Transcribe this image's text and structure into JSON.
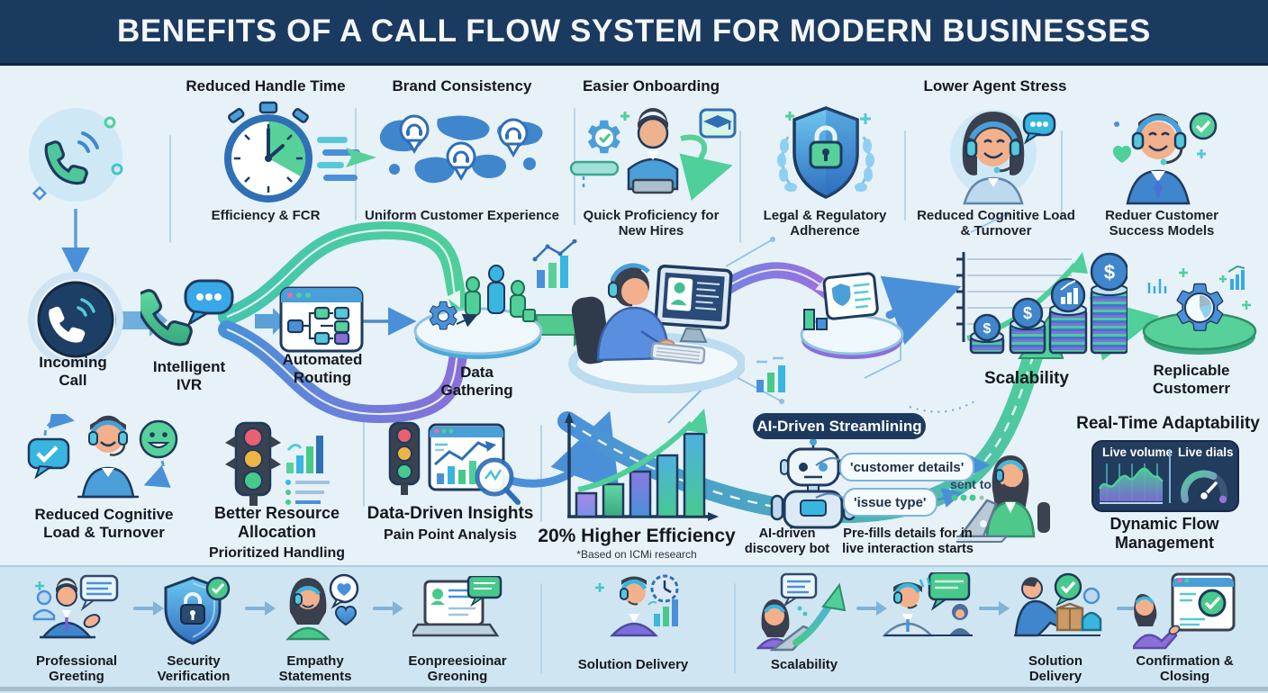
{
  "header": {
    "title": "BENEFITS OF A CALL FLOW SYSTEM FOR MODERN BUSINESSES"
  },
  "top": {
    "titles": {
      "handle_time": "Reduced Handle Time",
      "brand": "Brand Consistency",
      "onboarding": "Easier Onboarding",
      "agent_stress": "Lower Agent Stress"
    },
    "captions": {
      "handle_time": "Efficiency & FCR",
      "brand": "Uniform Customer Experience",
      "onboarding": "Quick Proficiency for New Hires",
      "legal": "Legal & Regulatory Adherence",
      "cognitive": "Reduced Cognitive Load & Turnover",
      "success": "Reduer Customer Success Models"
    }
  },
  "flow": {
    "incoming_call": "Incoming Call",
    "intelligent_ivr": "Intelligent IVR",
    "automated_routing": "Automated Routing",
    "data_gathering": "Data Gathering",
    "scalability": "Scalability",
    "replicable": "Replicable Customerr"
  },
  "mid": {
    "cognitive": "Reduced Cognitive Load & Turnover",
    "resource_title": "Better Resource Allocation",
    "resource_sub": "Prioritized Handling",
    "insights_title": "Data-Driven Insights",
    "insights_sub": "Pain Point Analysis",
    "efficiency_title": "20% Higher Efficiency",
    "efficiency_sub": "*Based on ICMi research",
    "ai": {
      "badge": "AI-Driven Streamlining",
      "bubble_1": "'customer details'",
      "bubble_2": "'issue type'",
      "sent_to": "sent to",
      "bot_caption": "AI-driven discovery bot",
      "prefill_caption": "Pre-fills details for in live interaction starts"
    },
    "realtime": {
      "title": "Real-Time Adaptability",
      "live_volume": "Live volume",
      "live_dials": "Live dials",
      "caption": "Dynamic Flow Management"
    }
  },
  "bottom": {
    "items": [
      {
        "label": "Professional Greeting"
      },
      {
        "label": "Security Verification"
      },
      {
        "label": "Empathy Statements"
      },
      {
        "label": "Eonpreesioinar Greoning"
      },
      {
        "label": "Solution Delivery"
      },
      {
        "label": "Scalability"
      },
      {
        "label": ""
      },
      {
        "label": "Solution Delivery"
      },
      {
        "label": "Confirmation & Closing"
      }
    ]
  },
  "icons": {
    "dollar": "$"
  },
  "colors": {
    "navy": "#1b3a5f",
    "blue": "#3f86cc",
    "teal": "#45c4c9",
    "green": "#4fcf9a",
    "purple": "#8a6fd9",
    "bg": "#e7f1f8",
    "bottom_bg": "#cfe6f2"
  }
}
